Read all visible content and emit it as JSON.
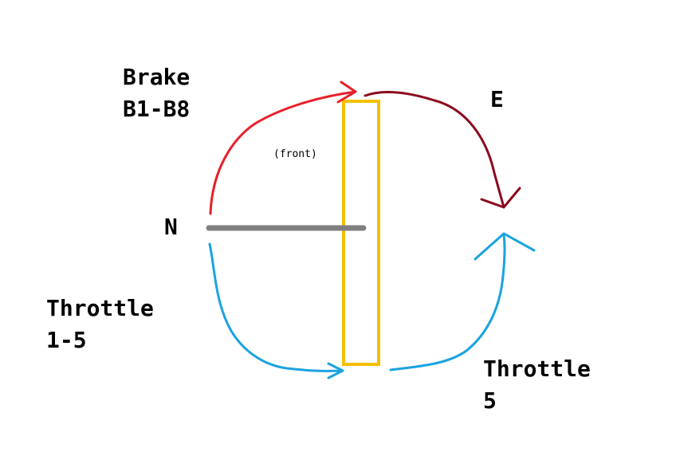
{
  "labels": {
    "brake_line1": "Brake",
    "brake_line2": "B1-B8",
    "emergency": "E",
    "front": "(front)",
    "neutral": "N",
    "throttle_left_line1": "Throttle",
    "throttle_left_line2": "1-5",
    "throttle_right_line1": "Throttle",
    "throttle_right_line2": "5"
  },
  "colors": {
    "brake_arrow": "#e8202a",
    "emergency_arrow": "#8b0a1e",
    "throttle_arrow": "#1aa3e0",
    "lever_bar": "#808080",
    "gate_box": "#f5c000"
  }
}
